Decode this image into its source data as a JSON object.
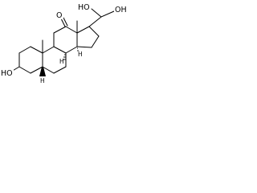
{
  "structure": {
    "atom_labels": {
      "ketone_oxygen": "O",
      "hydroxyl_top_left": "HO",
      "hydroxyl_top_right": "OH",
      "hydroxyl_bottom_left": "HO",
      "stereo_h_ring_bc": "H",
      "stereo_h_ring_cd": "H",
      "stereo_h_ring_a": "H"
    },
    "colors": {
      "bond": "#000000",
      "label": "#000000",
      "background": "#ffffff"
    }
  }
}
